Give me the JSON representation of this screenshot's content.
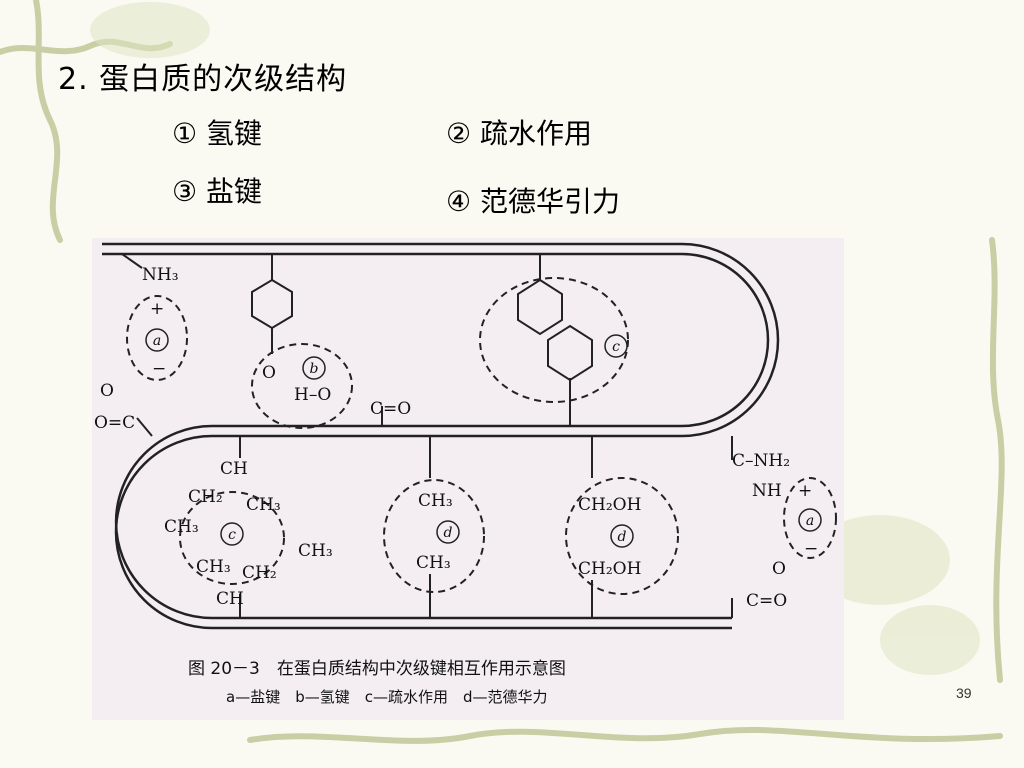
{
  "slide": {
    "title": "2. 蛋白质的次级结构",
    "bullets": [
      "① 氢键",
      "② 疏水作用",
      "③ 盐键",
      "④ 范德华引力"
    ],
    "page_number": "39"
  },
  "figure": {
    "caption": "图 20－3　在蛋白质结构中次级键相互作用示意图",
    "legend": "a—盐键　b—氢键　c—疏水作用　d—范德华力",
    "labels": {
      "nh3": "NH₃",
      "plus": "+",
      "minus": "−",
      "a": "a",
      "b": "b",
      "c": "c",
      "d": "d",
      "o_h": "O",
      "h_o": "H–O",
      "c_o": "C=O",
      "o_top": "O",
      "oc": "O=C",
      "ch": "CH",
      "ch2": "CH₂",
      "ch3": "CH₃",
      "ch2oh": "CH₂OH",
      "c_nh2": "C–NH₂",
      "nh": "NH",
      "o": "O",
      "c_o2": "C=O"
    }
  }
}
